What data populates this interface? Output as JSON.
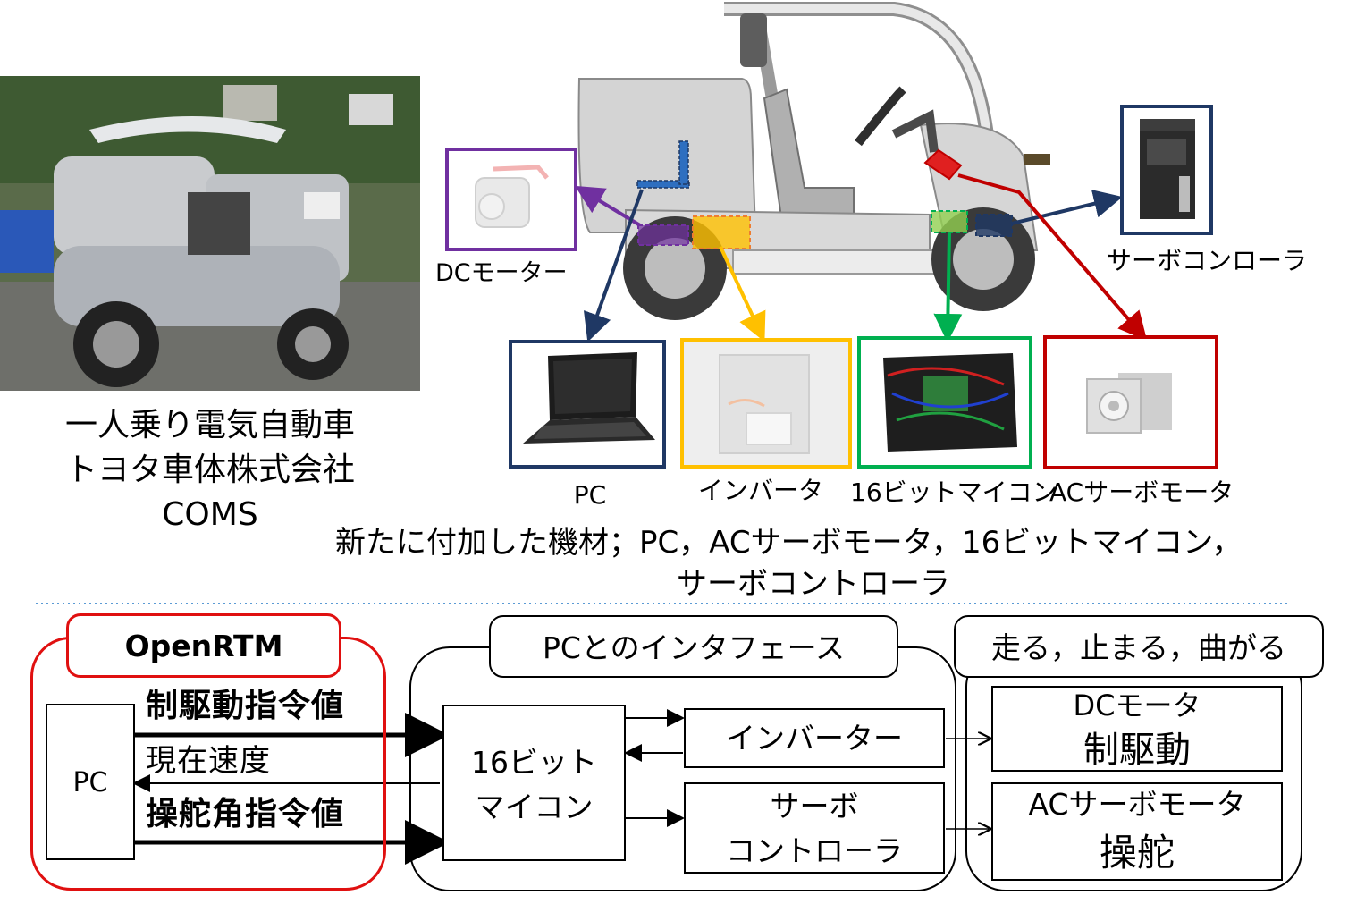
{
  "top": {
    "vehicle_caption": [
      "一人乗り電気自動車",
      "トヨタ車体株式会社",
      "COMS"
    ],
    "labels": {
      "dc_motor": "DCモーター",
      "servo_controller": "サーボコンローラ",
      "pc": "PC",
      "inverter": "インバータ",
      "microcontroller": "16ビットマイコン",
      "ac_servo_motor": "ACサーボモータ"
    },
    "added_equipment": [
      "新たに付加した機材；PC，ACサーボモータ，16ビットマイコン，",
      "サーボコントローラ"
    ]
  },
  "bottom": {
    "openrtm_title": "OpenRTM",
    "interface_title": "PCとのインタフェース",
    "drive_title": "走る，止まる，曲がる",
    "pc": "PC",
    "signals": {
      "drive_command": "制駆動指令値",
      "current_speed": "現在速度",
      "steer_command": "操舵角指令値"
    },
    "microcontroller": [
      "16ビット",
      "マイコン"
    ],
    "inverter": "インバーター",
    "servo_controller": [
      "サーボ",
      "コントローラ"
    ],
    "dc_motor": [
      "DCモータ",
      "制駆動"
    ],
    "ac_servo_motor": [
      "ACサーボモータ",
      "操舵"
    ]
  },
  "colors": {
    "purple": "#7030a0",
    "navy": "#1f3864",
    "orange_yellow": "#ffc000",
    "green": "#00b050",
    "red": "#c00000",
    "openrtm_red": "#e01010",
    "dotted_divider": "#5b9bd5"
  }
}
